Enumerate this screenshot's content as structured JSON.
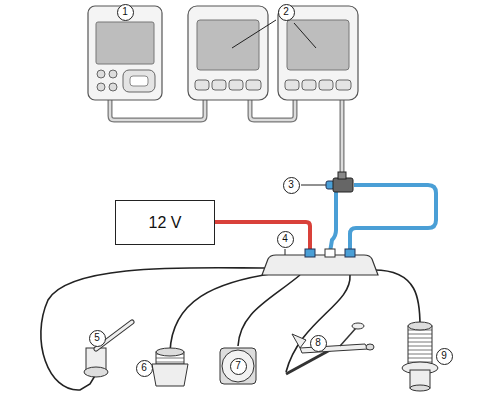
{
  "diagram": {
    "nodes": [
      {
        "text": [
          "12 V"
        ]
      }
    ],
    "labels": [
      "1",
      "2",
      "3",
      "4",
      "5",
      "6",
      "7",
      "8",
      "9"
    ]
  }
}
